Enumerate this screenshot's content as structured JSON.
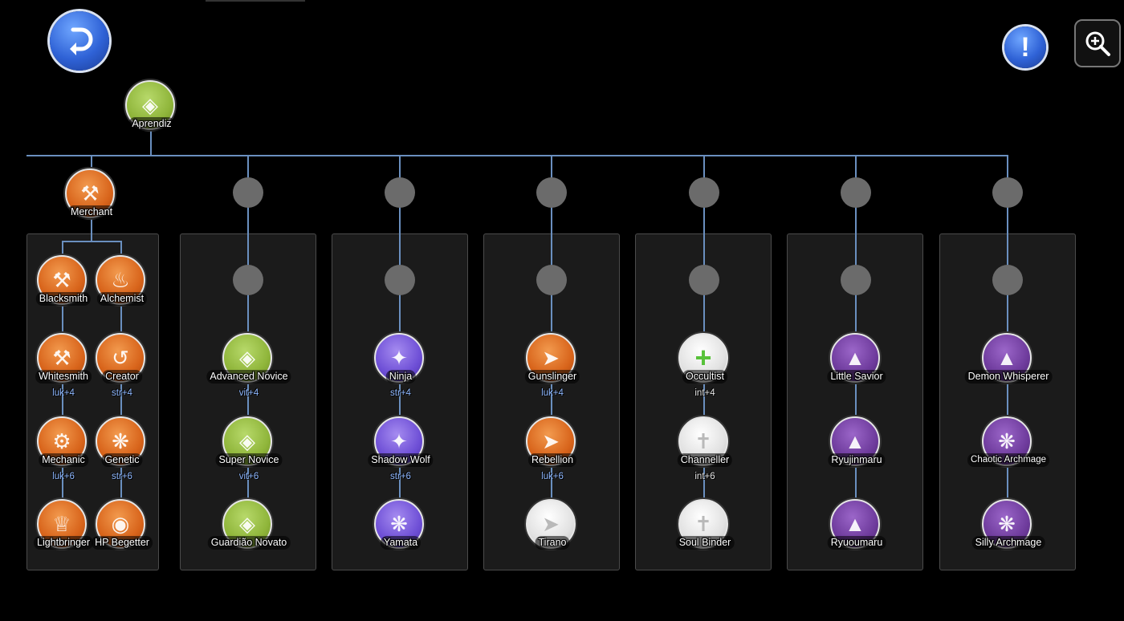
{
  "colors": {
    "background": "#000000",
    "tree_line": "#6a8fbf",
    "stat_text": "#8fb8ff",
    "merchant_orange": "#d8641b",
    "novice_green": "#8fb53a",
    "ninja_purple": "#6e4fd6",
    "summoner_violet": "#6e3b9c",
    "locked_white": "#e2e2e2",
    "placeholder_gray": "#6b6b6b"
  },
  "top": {
    "back_icon": "back-arrow-icon",
    "info_icon": "exclamation-icon",
    "zoom_icon": "zoom-in-icon"
  },
  "root": {
    "label": "Aprendiz",
    "icon": "novice-icon"
  },
  "merchant": {
    "label": "Merchant",
    "icon": "axe-icon",
    "branches": [
      {
        "nodes": [
          {
            "label": "Blacksmith",
            "stat": "",
            "icon": "hammer-icon"
          },
          {
            "label": "Whitesmith",
            "stat": "luk+4",
            "icon": "hammer-icon"
          },
          {
            "label": "Mechanic",
            "stat": "luk+6",
            "icon": "mech-hammer-icon"
          },
          {
            "label": "Lightbringer",
            "stat": "",
            "icon": "crown-icon"
          }
        ]
      },
      {
        "nodes": [
          {
            "label": "Alchemist",
            "stat": "",
            "icon": "flame-icon"
          },
          {
            "label": "Creator",
            "stat": "str+4",
            "icon": "spiral-icon"
          },
          {
            "label": "Genetic",
            "stat": "str+6",
            "icon": "gear-ring-icon"
          },
          {
            "label": "HP Begetter",
            "stat": "",
            "icon": "orb-icon"
          }
        ]
      }
    ]
  },
  "columns": [
    {
      "nodes": [
        {
          "label": "Advanced Novice",
          "stat": "vit+4",
          "icon": "novice-icon"
        },
        {
          "label": "Super Novice",
          "stat": "vit+6",
          "icon": "novice-icon"
        },
        {
          "label": "Guardião Novato",
          "stat": "",
          "icon": "novice-icon"
        }
      ]
    },
    {
      "nodes": [
        {
          "label": "Ninja",
          "stat": "str+4",
          "icon": "shuriken-icon"
        },
        {
          "label": "Shadow Wolf",
          "stat": "str+6",
          "icon": "wolf-icon"
        },
        {
          "label": "Yamata",
          "stat": "",
          "icon": "serpent-icon"
        }
      ]
    },
    {
      "nodes": [
        {
          "label": "Gunslinger",
          "stat": "luk+4",
          "icon": "gun-icon"
        },
        {
          "label": "Rebellion",
          "stat": "luk+6",
          "icon": "gun-icon"
        },
        {
          "label": "Tirano",
          "stat": "",
          "icon": "gun-icon"
        }
      ]
    },
    {
      "nodes": [
        {
          "label": "Occultist",
          "stat": "int+4",
          "icon": "plus-icon"
        },
        {
          "label": "Channeller",
          "stat": "int+6",
          "icon": "staff-icon"
        },
        {
          "label": "Soul Binder",
          "stat": "",
          "icon": "staff-icon"
        }
      ]
    },
    {
      "nodes": [
        {
          "label": "Little Savior",
          "stat": "",
          "icon": "dragon-icon"
        },
        {
          "label": "Ryujinmaru",
          "stat": "",
          "icon": "dragon-icon"
        },
        {
          "label": "Ryuoumaru",
          "stat": "",
          "icon": "dragon-icon"
        }
      ]
    },
    {
      "nodes": [
        {
          "label": "Demon Whisperer",
          "stat": "",
          "icon": "demon-icon"
        },
        {
          "label": "Chaotic Archmage",
          "stat": "",
          "icon": "vortex-icon"
        },
        {
          "label": "Silly Archmage",
          "stat": "",
          "icon": "vortex-icon"
        }
      ]
    }
  ]
}
